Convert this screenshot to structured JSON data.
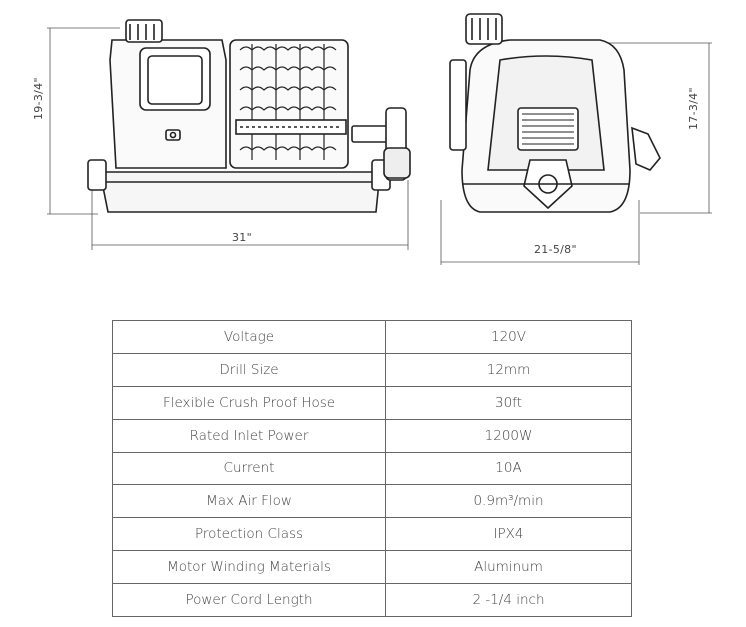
{
  "dimensions": {
    "side_height": "19-3/4\"",
    "side_width": "31\"",
    "front_height": "17-3/4\"",
    "front_width": "21-5/8\""
  },
  "specs": [
    {
      "label": "Voltage",
      "value": "120V"
    },
    {
      "label": "Drill Size",
      "value": "12mm"
    },
    {
      "label": "Flexible Crush Proof Hose",
      "value": "30ft"
    },
    {
      "label": "Rated Inlet Power",
      "value": "1200W"
    },
    {
      "label": "Current",
      "value": "10A"
    },
    {
      "label": "Max Air Flow",
      "value": "0.9m³/min"
    },
    {
      "label": "Protection Class",
      "value": "IPX4"
    },
    {
      "label": "Motor Winding Materials",
      "value": "Aluminum"
    },
    {
      "label": "Power Cord Length",
      "value": "2 -1/4 inch"
    }
  ]
}
